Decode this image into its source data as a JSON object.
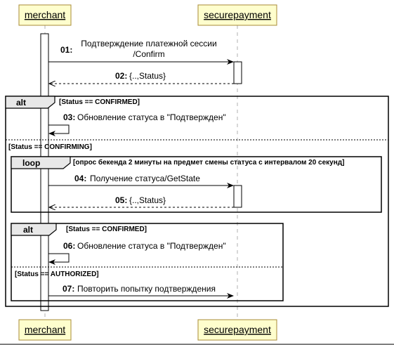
{
  "actors": {
    "left": "merchant",
    "right": "securepayment"
  },
  "messages": [
    {
      "num": "01:",
      "line1": "Подтверждение платежной сессии",
      "line2": "/Confirm"
    },
    {
      "num": "02:",
      "text": "{..,Status}"
    },
    {
      "num": "03:",
      "text": "Обновление статуса в \"Подтвержден\""
    },
    {
      "num": "04:",
      "text": "Получение статуса/GetState"
    },
    {
      "num": "05:",
      "text": "{..,Status}"
    },
    {
      "num": "06:",
      "text": "Обновление статуса в \"Подтвержден\""
    },
    {
      "num": "07:",
      "text": "Повторить попытку подтверждения"
    }
  ],
  "frames": {
    "outer_alt": {
      "label": "alt",
      "guard1": "[Status == CONFIRMED]",
      "guard2": "[Status == CONFIRMING]"
    },
    "loop": {
      "label": "loop",
      "guard": "[опрос бекенда 2 минуты на предмет смены статуса с интервалом 20 секунд]"
    },
    "inner_alt": {
      "label": "alt",
      "guard1": "[Status == CONFIRMED]",
      "guard2": "[Status == AUTHORIZED]"
    }
  }
}
